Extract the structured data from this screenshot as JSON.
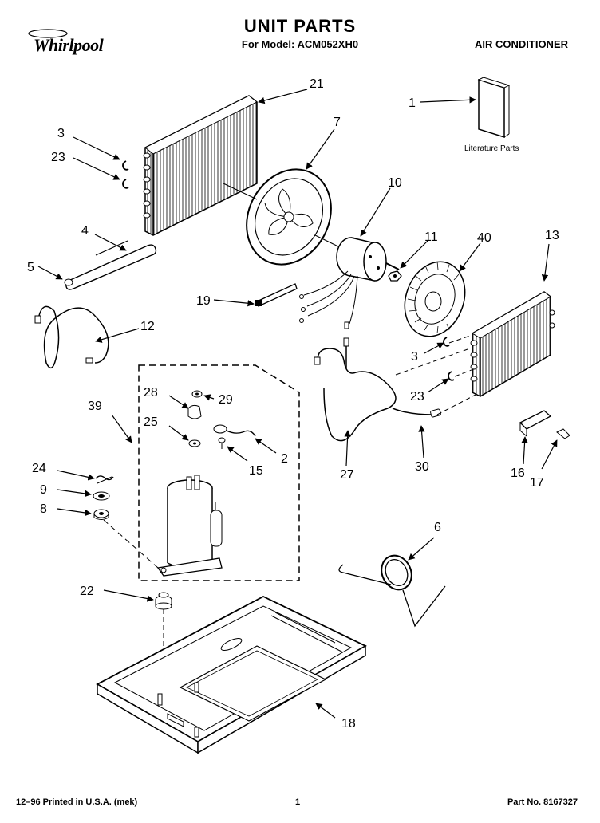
{
  "header": {
    "title": "UNIT PARTS",
    "subtitle": "For Model: ACM052XH0",
    "product": "AIR CONDITIONER",
    "brand": "Whirlpool"
  },
  "literature_label": "Literature Parts",
  "footer": {
    "left": "12–96 Printed in U.S.A. (mek)",
    "page": "1",
    "part_no": "Part No. 8167327"
  },
  "callouts": {
    "c1": "1",
    "c2": "2",
    "c3a": "3",
    "c3b": "3",
    "c4": "4",
    "c5": "5",
    "c6": "6",
    "c7": "7",
    "c8": "8",
    "c9": "9",
    "c10": "10",
    "c11": "11",
    "c12": "12",
    "c13": "13",
    "c15": "15",
    "c16": "16",
    "c17": "17",
    "c18": "18",
    "c19": "19",
    "c21": "21",
    "c22": "22",
    "c23a": "23",
    "c23b": "23",
    "c24": "24",
    "c25": "25",
    "c27": "27",
    "c28": "28",
    "c29": "29",
    "c30": "30",
    "c39": "39",
    "c40": "40"
  }
}
